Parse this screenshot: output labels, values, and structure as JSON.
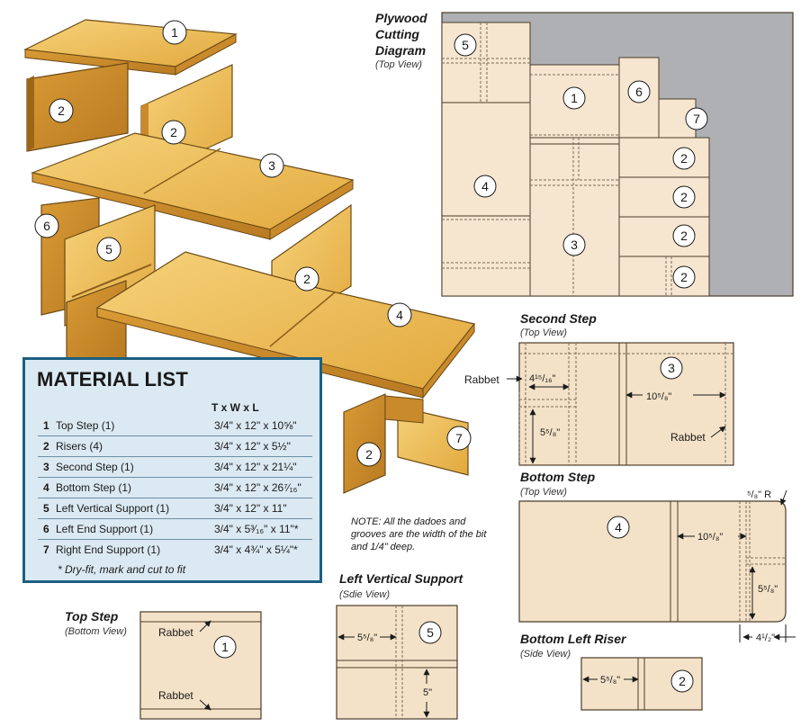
{
  "cutting": {
    "title_1": "Plywood",
    "title_2": "Cutting",
    "title_3": "Diagram",
    "view": "(Top View)",
    "pieces": [
      "5",
      "1",
      "6",
      "7",
      "4",
      "2",
      "2",
      "3",
      "2",
      "2"
    ]
  },
  "explode": {
    "parts": [
      "1",
      "2",
      "2",
      "3",
      "6",
      "5",
      "2",
      "4",
      "2",
      "7"
    ]
  },
  "material": {
    "title": "MATERIAL LIST",
    "columns": "T x W x L",
    "rows": [
      {
        "num": "1",
        "name": "Top Step (1)",
        "dims": "3/4\" x 12\" x 10⅝\""
      },
      {
        "num": "2",
        "name": "Risers (4)",
        "dims": "3/4\" x 12\" x 5½\""
      },
      {
        "num": "3",
        "name": "Second Step (1)",
        "dims": "3/4\" x 12\" x 21¼\""
      },
      {
        "num": "4",
        "name": "Bottom Step (1)",
        "dims": "3/4\" x 12\" x 26⁷⁄₁₆\""
      },
      {
        "num": "5",
        "name": "Left Vertical Support (1)",
        "dims": "3/4\" x 12\" x 11\""
      },
      {
        "num": "6",
        "name": "Left End Support (1)",
        "dims": "3/4\" x 5³⁄₁₆\" x 11\"*"
      },
      {
        "num": "7",
        "name": "Right End Support (1)",
        "dims": "3/4\" x 4¾\" x 5¼\"*"
      }
    ],
    "footnote": "* Dry-fit, mark and cut to fit"
  },
  "second_step": {
    "title": "Second Step",
    "view": "(Top View)",
    "rabbet_left": "Rabbet",
    "dim_a": "4¹⁵/₁₆\"",
    "dim_b": "10⁵/₈\"",
    "dim_c": "5⁵/₈\"",
    "rabbet_right": "Rabbet",
    "part": "3"
  },
  "bottom_step": {
    "title": "Bottom Step",
    "view": "(Top View)",
    "radius": "⁵/₈\" R",
    "dim_a": "10⁵/₈\"",
    "dim_b": "5⁵/₈\"",
    "dim_c": "4¹/₂\"",
    "part": "4"
  },
  "note": {
    "line1": "NOTE: All the dadoes and",
    "line2": "grooves are the width of the bit",
    "line3": "and 1/4\" deep."
  },
  "left_vertical": {
    "title": "Left Vertical Support",
    "view": "(Sdie View)",
    "dim_a": "5⁵/₈\"",
    "dim_b": "5\"",
    "part": "5"
  },
  "bottom_left_riser": {
    "title": "Bottom Left Riser",
    "view": "(Side View)",
    "dim_a": "5⁵/₈\"",
    "part": "2"
  },
  "top_step": {
    "title": "Top Step",
    "view": "(Bottom View)",
    "rabbet_top": "Rabbet",
    "rabbet_bottom": "Rabbet",
    "part": "1"
  }
}
